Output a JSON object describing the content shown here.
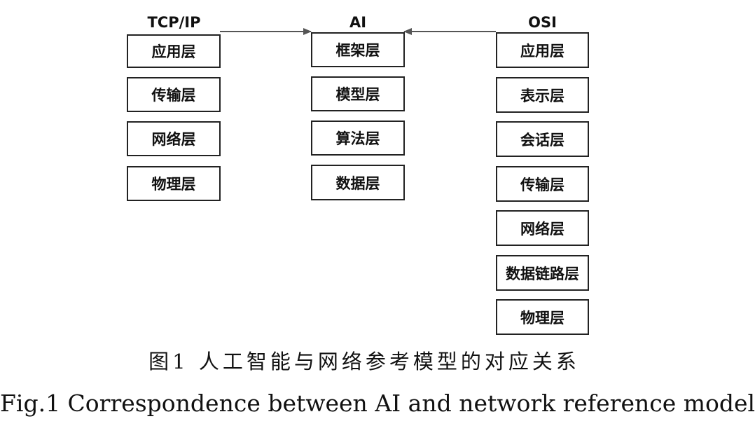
{
  "diagram": {
    "tcpip": {
      "title": "TCP/IP",
      "layers": [
        "应用层",
        "传输层",
        "网络层",
        "物理层"
      ]
    },
    "ai": {
      "title": "AI",
      "layers": [
        "框架层",
        "模型层",
        "算法层",
        "数据层"
      ]
    },
    "osi": {
      "title": "OSI",
      "layers": [
        "应用层",
        "表示层",
        "会话层",
        "传输层",
        "网络层",
        "数据链路层",
        "物理层"
      ]
    },
    "colors": {
      "box_border": "#222222",
      "arrow": "#555555",
      "text": "#111111"
    }
  },
  "caption": {
    "cn": "图1 人工智能与网络参考模型的对应关系",
    "en": "Fig.1 Correspondence between AI and network reference model"
  }
}
